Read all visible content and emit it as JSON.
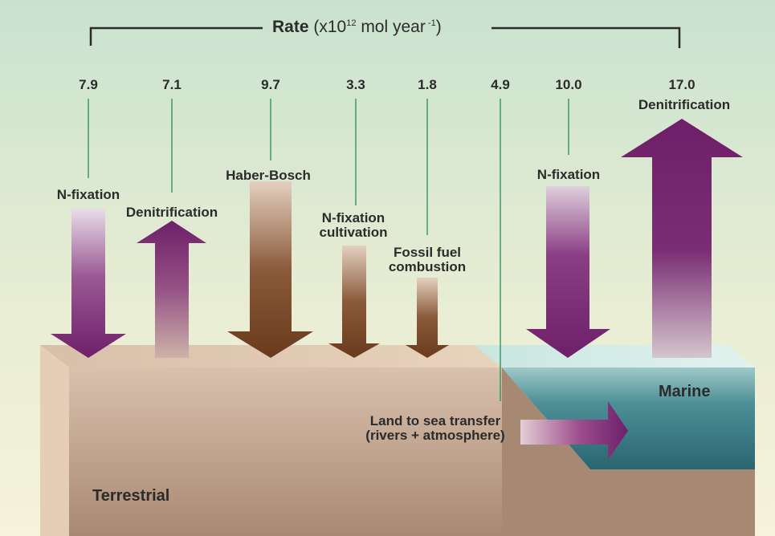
{
  "title": {
    "bold": "Rate",
    "open": "(x10",
    "exp1": "12",
    "unit": " mol year",
    "exp2": " -1",
    "close": ")"
  },
  "rates": [
    "7.9",
    "7.1",
    "9.7",
    "3.3",
    "1.8",
    "4.9",
    "10.0",
    "17.0"
  ],
  "labels": {
    "nfix_terr": "N-fixation",
    "denit_terr": "Denitrification",
    "haber": "Haber-Bosch",
    "nfix_cult_1": "N-fixation",
    "nfix_cult_2": "cultivation",
    "fossil_1": "Fossil fuel",
    "fossil_2": "combustion",
    "land_sea_1": "Land to sea transfer",
    "land_sea_2": "(rivers + atmosphere)",
    "nfix_marine": "N-fixation",
    "denit_marine": "Denitrification",
    "marine": "Marine",
    "terrestrial": "Terrestrial"
  },
  "colors": {
    "purple": "#74236f",
    "brown": "#6b3d1e",
    "ocean": "#2f6b73",
    "land": "#b89a85",
    "line": "#2a8a5a"
  }
}
